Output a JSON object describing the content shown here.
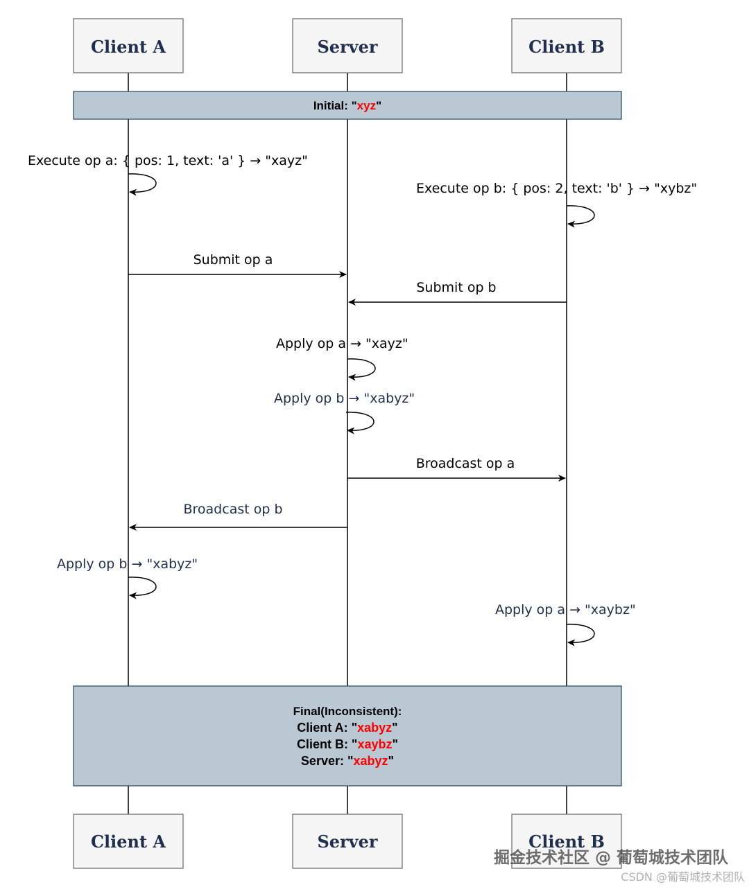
{
  "participants": {
    "a": "Client A",
    "server": "Server",
    "b": "Client B"
  },
  "initial_note": {
    "label": "Initial: \"",
    "value": "xyz",
    "suffix": "\""
  },
  "messages": {
    "exec_a": "Execute op a: { pos: 1, text: 'a' } → \"xayz\"",
    "exec_b": "Execute op b: { pos: 2, text: 'b' } → \"xybz\"",
    "submit_a": "Submit op a",
    "submit_b": "Submit op b",
    "server_apply_a": "Apply op a → \"xayz\"",
    "server_apply_b": "Apply op b → \"xabyz\"",
    "broadcast_a": "Broadcast op a",
    "broadcast_b": "Broadcast op b",
    "a_apply_b": "Apply op b → \"xabyz\"",
    "b_apply_a": "Apply op a → \"xaybz\""
  },
  "final_note": {
    "title": "Final(Inconsistent):",
    "client_a_label": "Client A: \"",
    "client_a_value": "xabyz",
    "client_b_label": "Client B: \"",
    "client_b_value": "xaybz",
    "server_label": "Server: \"",
    "server_value": "xabyz",
    "close_quote": "\""
  },
  "colors": {
    "actor_fill": "#f5f5f5",
    "actor_stroke": "#666666",
    "note_fill": "#bac8d3",
    "note_stroke": "#23445d",
    "highlight": "#ff0000",
    "black_text": "#000000",
    "blue_text": "#1f2f4d"
  },
  "watermark": {
    "main": "掘金技术社区 @ 葡萄城技术团队",
    "sub": "CSDN @葡萄城技术团队"
  }
}
